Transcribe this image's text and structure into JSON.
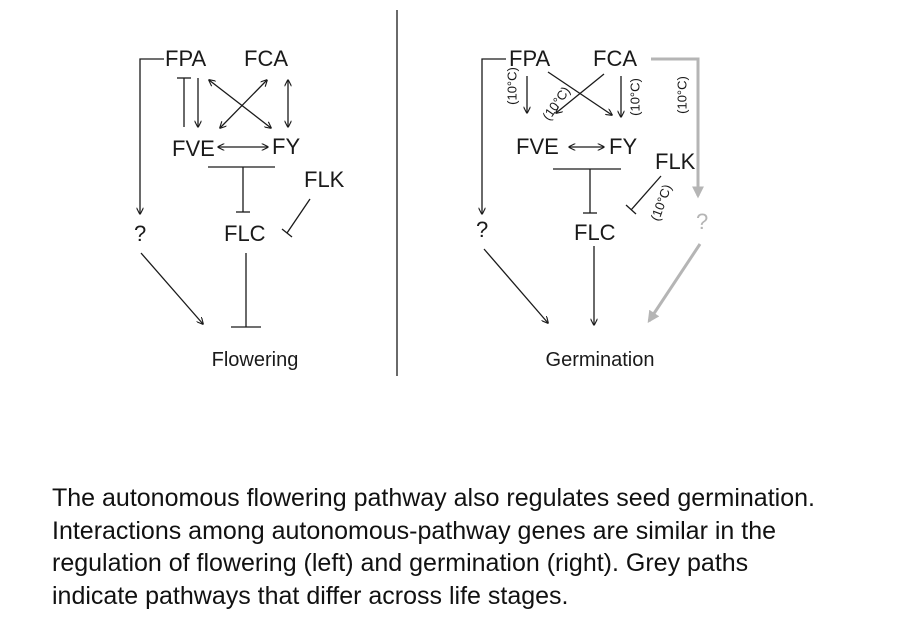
{
  "left_panel": {
    "nodes": {
      "fpa": "FPA",
      "fca": "FCA",
      "fve": "FVE",
      "fy": "FY",
      "flk": "FLK",
      "flc": "FLC",
      "unknown": "?"
    },
    "output_label": "Flowering"
  },
  "right_panel": {
    "nodes": {
      "fpa": "FPA",
      "fca": "FCA",
      "fve": "FVE",
      "fy": "FY",
      "flk": "FLK",
      "flc": "FLC",
      "unknown": "?",
      "unknown_grey": "?"
    },
    "temperature_label": "(10°C)",
    "output_label": "Germination"
  },
  "colors": {
    "ink": "#1a1a1a",
    "grey_path": "#b5b5b5"
  },
  "caption": [
    "The autonomous flowering pathway also regulates seed germination.",
    "Interactions among autonomous-pathway genes are similar in the",
    "regulation of flowering (left) and germination (right).  Grey paths",
    "indicate pathways that differ across life stages."
  ]
}
